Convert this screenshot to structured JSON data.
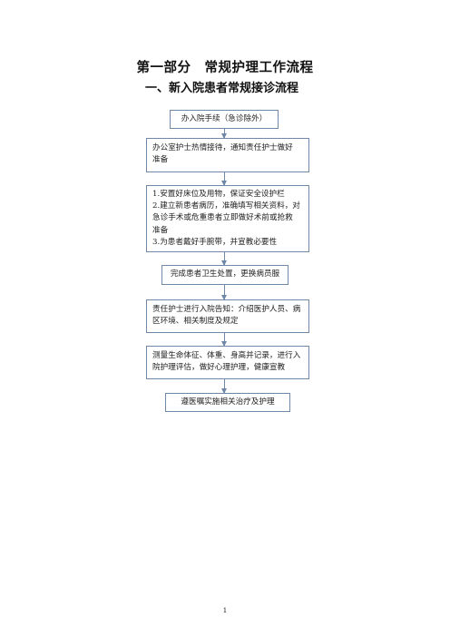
{
  "header": {
    "title": "第一部分　常规护理工作流程",
    "subtitle": "一、新入院患者常规接诊流程"
  },
  "flow": {
    "step1": "办入院手续（急诊除外）",
    "step2": {
      "line1": "办公室护士热情接待，通知责任护士做好",
      "line2": "准备"
    },
    "step3": {
      "line1": "1.安置好床位及用物，保证安全设护栏",
      "line2": "2.建立新患者病历，准确填写相关资料，对",
      "line3": "急诊手术或危重患者立即做好术前或抢救",
      "line4": "准备",
      "line5": "3.为患者戴好手腕带，并宣教必要性"
    },
    "step4": "完成患者卫生处置，更换病员服",
    "step5": {
      "line1": "责任护士进行入院告知：介绍医护人员、病",
      "line2": "区环境、相关制度及规定"
    },
    "step6": {
      "line1": "测量生命体征、体重、身高并记录，进行入",
      "line2": "院护理评估，做好心理护理，健康宣教"
    },
    "step7": "遵医嘱实施相关治疗及护理"
  },
  "footer": {
    "page_number": "1"
  }
}
